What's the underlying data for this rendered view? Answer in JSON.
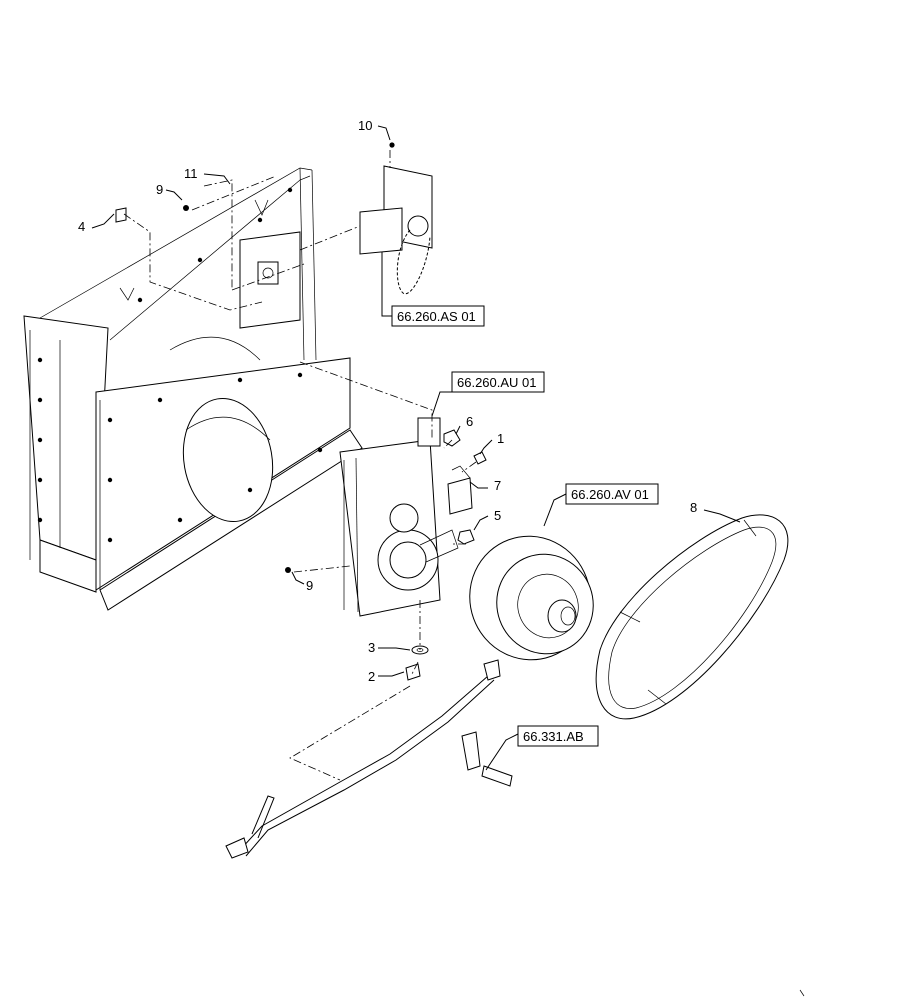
{
  "callouts": {
    "c1": "1",
    "c2": "2",
    "c3": "3",
    "c4": "4",
    "c5": "5",
    "c6": "6",
    "c7": "7",
    "c8": "8",
    "c9a": "9",
    "c9b": "9",
    "c10": "10",
    "c11": "11"
  },
  "references": {
    "as": "66.260.AS 01",
    "au": "66.260.AU 01",
    "av": "66.260.AV 01",
    "ab": "66.331.AB"
  }
}
